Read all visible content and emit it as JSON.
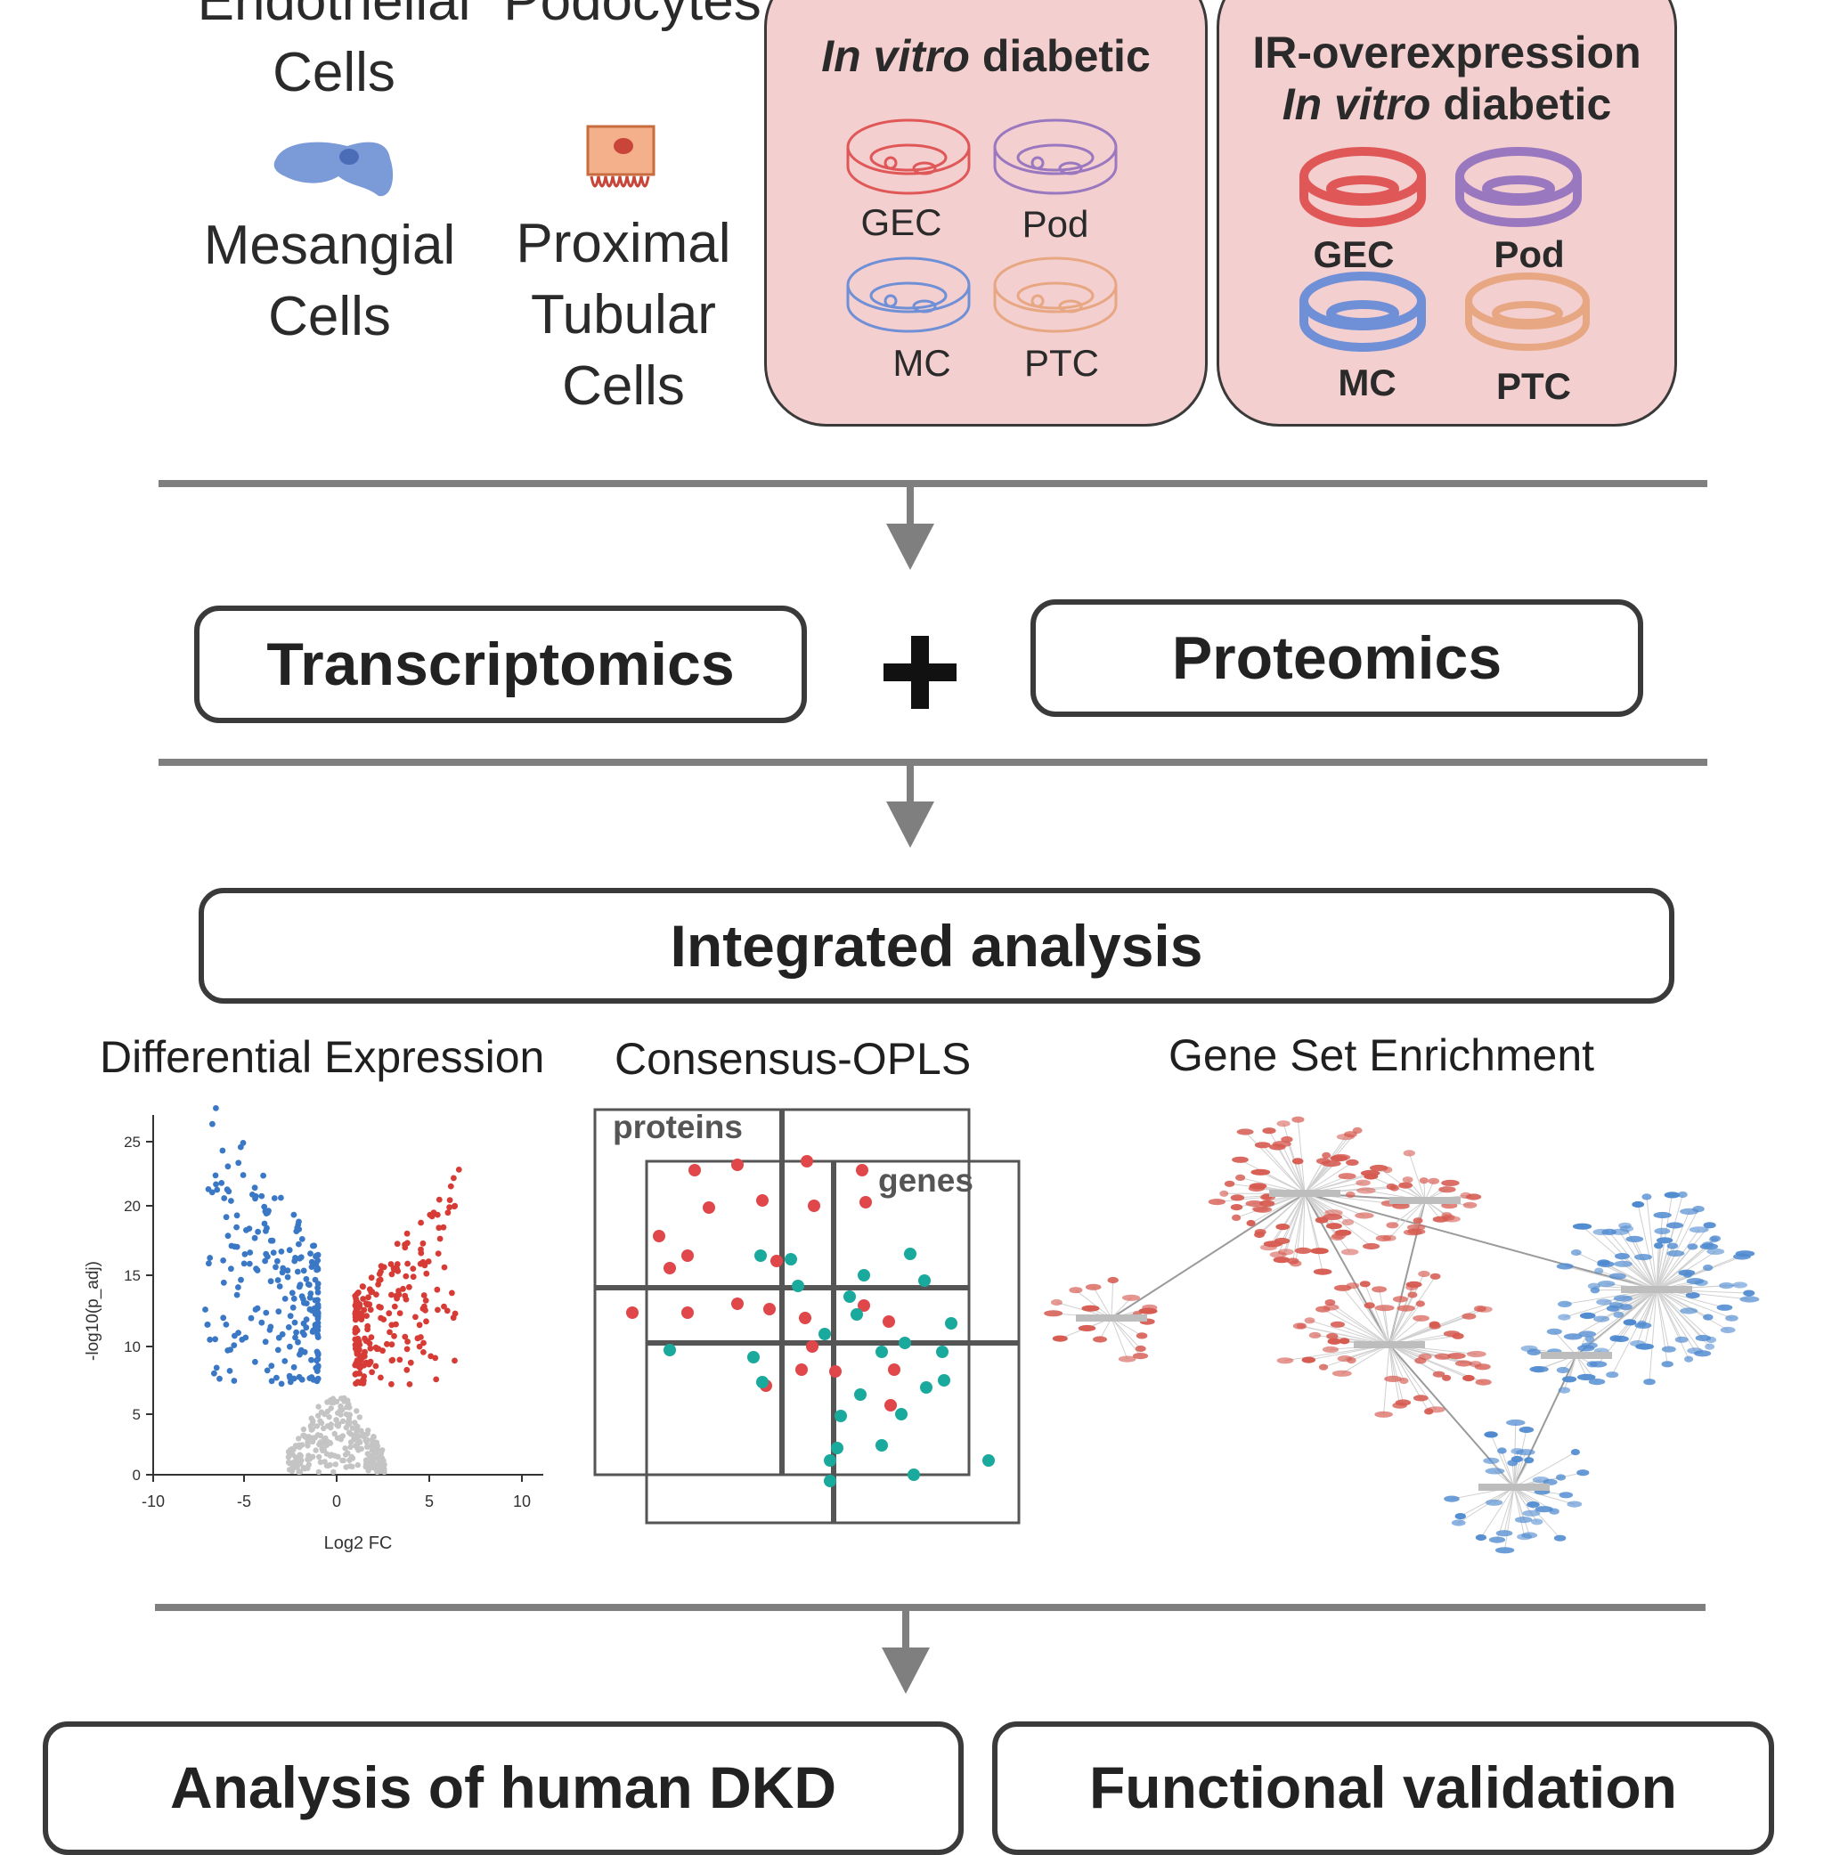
{
  "cell_types": {
    "endothelial": "Endothelial Cells",
    "podocytes": "Podocytes",
    "mesangial": "Mesangial Cells",
    "proximal_tubular": "Proximal Tubular Cells"
  },
  "panel_vitro": {
    "title_italic": "In vitro",
    "title_rest": " diabetic",
    "dishes": [
      "GEC",
      "Pod",
      "MC",
      "PTC"
    ]
  },
  "panel_ir": {
    "title_line1": "IR-overexpression",
    "title_italic": "In vitro",
    "title_rest": " diabetic",
    "dishes": [
      "GEC",
      "Pod",
      "MC",
      "PTC"
    ]
  },
  "omics": {
    "left": "Transcriptomics",
    "plus": "+",
    "right": "Proteomics"
  },
  "integrated": "Integrated analysis",
  "analyses": {
    "differential": "Differential Expression",
    "opls": "Consensus-OPLS",
    "gsea": "Gene Set Enrichment"
  },
  "volcano": {
    "ylabel": "-log10(p_adj)",
    "xlabel": "Log2 FC",
    "x_ticks": [
      "-10",
      "-5",
      "0",
      "5",
      "10"
    ],
    "y_ticks": [
      "0",
      "5",
      "10",
      "15",
      "20",
      "25"
    ]
  },
  "opls": {
    "label_proteins": "proteins",
    "label_genes": "genes"
  },
  "outcomes": {
    "left": "Analysis of human DKD",
    "right": "Functional validation"
  },
  "colors": {
    "panel_fill": "#f4cfcf",
    "up_red": "#d63c35",
    "down_blue": "#3a78c6",
    "teal": "#1aa99d",
    "gec": "#e05757",
    "pod": "#9a78c0",
    "mc": "#6f8fd6",
    "ptc": "#e7a783"
  }
}
